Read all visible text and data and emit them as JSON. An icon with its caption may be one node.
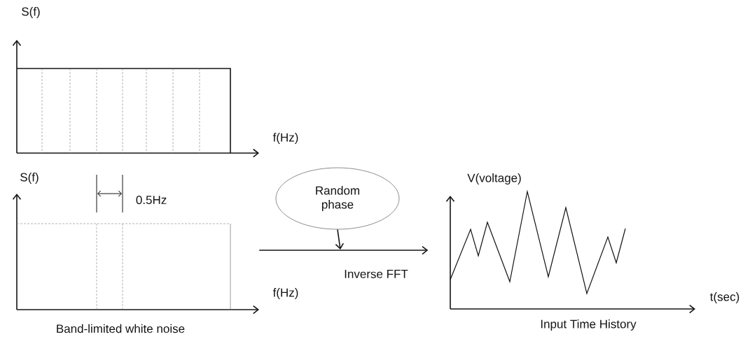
{
  "diagram": {
    "nodes": [
      {
        "text": [],
        "shape": "picture",
        "beside": [
          "Band-limited white noise"
        ]
      },
      {
        "text": [
          "Random phase"
        ]
      },
      {
        "text": [],
        "shape": "picture",
        "beside": [
          "Input Time History"
        ]
      }
    ],
    "edges": [
      {
        "from": 0,
        "to": 2,
        "arrow": "to",
        "label": "Inverse FFT"
      },
      {
        "from": 1,
        "to": null,
        "arrow": "to"
      }
    ],
    "labels": [
      "S(f)",
      "f(Hz)",
      "S(f)",
      "0.5Hz",
      "V(voltage)",
      "f(Hz)",
      "t(sec)"
    ]
  }
}
